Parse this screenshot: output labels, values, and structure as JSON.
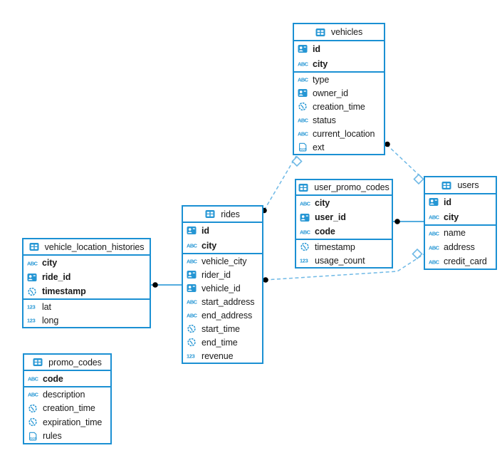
{
  "diagram": {
    "type": "entity-relationship-diagram",
    "colors": {
      "table_border": "#1b90d3",
      "icon_blue": "#2596d4",
      "dashed_connector": "#6fb9e6",
      "solid_connector": "#1b90d3",
      "endpoint_dot": "#000000",
      "text": "#1a1a1a",
      "background": "#ffffff"
    }
  },
  "tables": [
    {
      "id": "vehicles",
      "name": "vehicles",
      "icon": "table-icon",
      "primary_key_columns": [
        {
          "name": "id",
          "type_icon": "uuid-icon"
        },
        {
          "name": "city",
          "type_icon": "text-icon"
        }
      ],
      "columns": [
        {
          "name": "type",
          "type_icon": "text-icon"
        },
        {
          "name": "owner_id",
          "type_icon": "uuid-icon"
        },
        {
          "name": "creation_time",
          "type_icon": "timestamp-icon"
        },
        {
          "name": "status",
          "type_icon": "text-icon"
        },
        {
          "name": "current_location",
          "type_icon": "text-icon"
        },
        {
          "name": "ext",
          "type_icon": "json-icon"
        }
      ]
    },
    {
      "id": "user_promo_codes",
      "name": "user_promo_codes",
      "icon": "table-icon",
      "primary_key_columns": [
        {
          "name": "city",
          "type_icon": "text-icon"
        },
        {
          "name": "user_id",
          "type_icon": "uuid-icon"
        },
        {
          "name": "code",
          "type_icon": "text-icon"
        }
      ],
      "columns": [
        {
          "name": "timestamp",
          "type_icon": "timestamp-icon"
        },
        {
          "name": "usage_count",
          "type_icon": "number-icon"
        }
      ]
    },
    {
      "id": "users",
      "name": "users",
      "icon": "table-icon",
      "primary_key_columns": [
        {
          "name": "id",
          "type_icon": "uuid-icon"
        },
        {
          "name": "city",
          "type_icon": "text-icon"
        }
      ],
      "columns": [
        {
          "name": "name",
          "type_icon": "text-icon"
        },
        {
          "name": "address",
          "type_icon": "text-icon"
        },
        {
          "name": "credit_card",
          "type_icon": "text-icon"
        }
      ]
    },
    {
      "id": "rides",
      "name": "rides",
      "icon": "table-icon",
      "primary_key_columns": [
        {
          "name": "id",
          "type_icon": "uuid-icon"
        },
        {
          "name": "city",
          "type_icon": "text-icon"
        }
      ],
      "columns": [
        {
          "name": "vehicle_city",
          "type_icon": "text-icon"
        },
        {
          "name": "rider_id",
          "type_icon": "uuid-icon"
        },
        {
          "name": "vehicle_id",
          "type_icon": "uuid-icon"
        },
        {
          "name": "start_address",
          "type_icon": "text-icon"
        },
        {
          "name": "end_address",
          "type_icon": "text-icon"
        },
        {
          "name": "start_time",
          "type_icon": "timestamp-icon"
        },
        {
          "name": "end_time",
          "type_icon": "timestamp-icon"
        },
        {
          "name": "revenue",
          "type_icon": "number-icon"
        }
      ]
    },
    {
      "id": "vehicle_location_histories",
      "name": "vehicle_location_histories",
      "icon": "table-icon",
      "primary_key_columns": [
        {
          "name": "city",
          "type_icon": "text-icon"
        },
        {
          "name": "ride_id",
          "type_icon": "uuid-icon"
        },
        {
          "name": "timestamp",
          "type_icon": "timestamp-icon"
        }
      ],
      "columns": [
        {
          "name": "lat",
          "type_icon": "number-icon"
        },
        {
          "name": "long",
          "type_icon": "number-icon"
        }
      ]
    },
    {
      "id": "promo_codes",
      "name": "promo_codes",
      "icon": "table-icon",
      "primary_key_columns": [
        {
          "name": "code",
          "type_icon": "text-icon"
        }
      ],
      "columns": [
        {
          "name": "description",
          "type_icon": "text-icon"
        },
        {
          "name": "creation_time",
          "type_icon": "timestamp-icon"
        },
        {
          "name": "expiration_time",
          "type_icon": "timestamp-icon"
        },
        {
          "name": "rules",
          "type_icon": "json-icon"
        }
      ]
    }
  ],
  "relationships": [
    {
      "from": "rides",
      "to": "vehicles",
      "line_style": "dashed",
      "from_marker": "dot",
      "to_marker": "diamond"
    },
    {
      "from": "vehicles",
      "to": "users",
      "line_style": "dashed",
      "from_marker": "dot",
      "to_marker": "diamond"
    },
    {
      "from": "user_promo_codes",
      "to": "users",
      "line_style": "solid",
      "from_marker": "dot",
      "to_marker": "none"
    },
    {
      "from": "rides",
      "to": "users",
      "line_style": "dashed",
      "from_marker": "dot",
      "to_marker": "diamond"
    },
    {
      "from": "vehicle_location_histories",
      "to": "rides",
      "line_style": "solid",
      "from_marker": "dot",
      "to_marker": "none"
    }
  ]
}
